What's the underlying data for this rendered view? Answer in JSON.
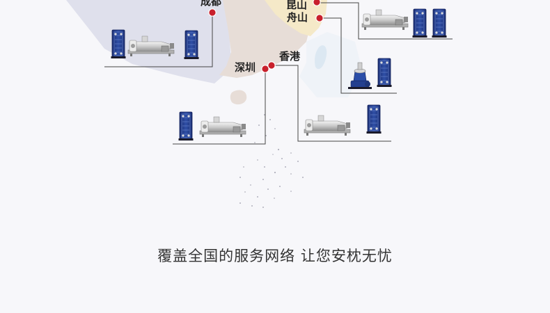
{
  "cities": {
    "chengdu": "成都",
    "kunshan": "昆山",
    "zhoushan": "舟山",
    "hongkong": "香港",
    "shenzhen": "深圳"
  },
  "tagline": "覆盖全国的服务网络 让您安枕无忧",
  "colors": {
    "background": "#f7f7fa",
    "land_west": "#dfe0ec",
    "land_central": "#e7ddd7",
    "land_east_highlight": "#f5e9c8",
    "sea": "#dce8f2",
    "city_marker": "#c8202c",
    "equipment_blue": "#233f8f",
    "leader_line": "#444444"
  },
  "icons": [
    "plate-heat-exchanger-icon",
    "decanter-centrifuge-icon",
    "disc-separator-icon",
    "city-marker-icon"
  ]
}
